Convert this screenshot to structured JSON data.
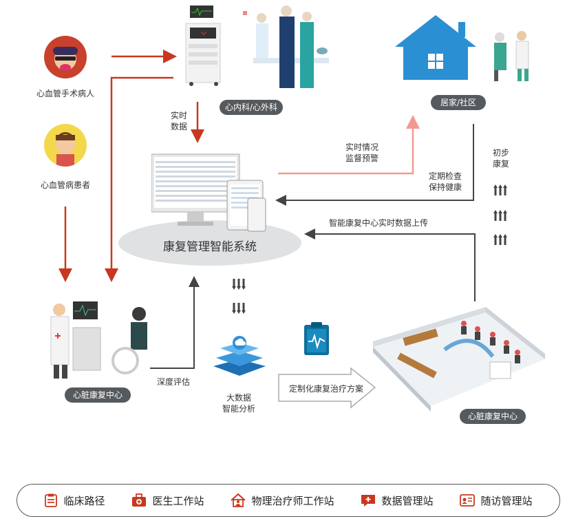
{
  "nodes": {
    "patient_surgery": "心血管手术病人",
    "patient_cardio": "心血管病患者",
    "dept": "心内科/心外科",
    "home": "居家/社区",
    "system": "康复管理智能系统",
    "rehab_center_left": "心脏康复中心",
    "rehab_center_right": "心脏康复中心",
    "bigdata_line1": "大数据",
    "bigdata_line2": "智能分析"
  },
  "edges": {
    "realtime_data_1": "实时",
    "realtime_data_2": "数据",
    "monitor_1": "实时情况",
    "monitor_2": "监督预警",
    "checkup_1": "定期检查",
    "checkup_2": "保持健康",
    "initial_rehab_1": "初步",
    "initial_rehab_2": "康复",
    "upload": "智能康复中心实时数据上传",
    "deep_eval": "深度评估",
    "custom_plan": "定制化康复治疗方案"
  },
  "bottom_nav": {
    "clinical_path": "临床路径",
    "doctor_station": "医生工作站",
    "therapist_station": "物理治疗师工作站",
    "data_station": "数据管理站",
    "followup_station": "随访管理站"
  },
  "colors": {
    "red_arrow": "#c8381e",
    "pink_arrow": "#f29a92",
    "dark_arrow": "#444444",
    "blue": "#2b8fd3",
    "pill": "#555a5e"
  }
}
